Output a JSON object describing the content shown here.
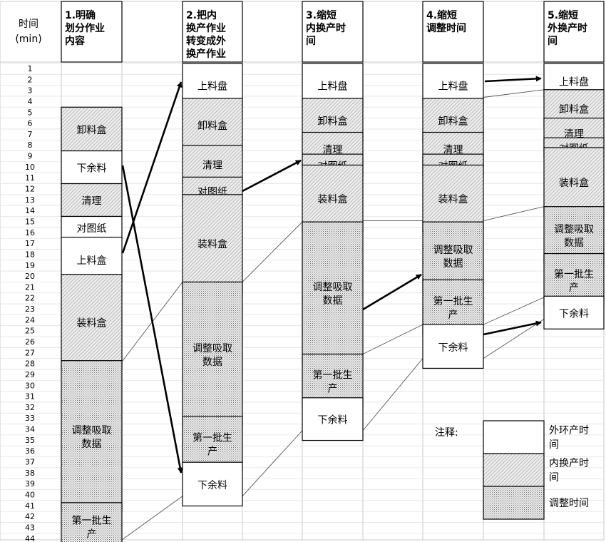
{
  "header": {
    "time_label": [
      "时间",
      "(min)"
    ],
    "columns": [
      [
        "1.明确",
        "划分作业",
        "内容"
      ],
      [
        "2.把内",
        "换产作业",
        "转变成外",
        "换产作业"
      ],
      [
        "3.缩短",
        "内换产时",
        "间"
      ],
      [
        "4.缩短",
        "调整时间"
      ],
      [
        "5.缩短",
        "外换产时",
        "间"
      ]
    ]
  },
  "time_rows": [
    "1",
    "2",
    "3",
    "4",
    "5",
    "6",
    "7",
    "8",
    "9",
    "10",
    "11",
    "12",
    "13",
    "14",
    "15",
    "16",
    "17",
    "18",
    "19",
    "20",
    "21",
    "22",
    "23",
    "24",
    "25",
    "26",
    "27",
    "28",
    "29",
    "30",
    "31",
    "32",
    "33",
    "34",
    "35",
    "36",
    "37",
    "38",
    "39",
    "40",
    "41",
    "42",
    "43",
    "44"
  ],
  "stages": [
    {
      "blocks": [
        {
          "lines": [
            "卸料盒"
          ],
          "kind": "internal"
        },
        {
          "lines": [
            "下余料"
          ],
          "kind": "external"
        },
        {
          "lines": [
            "清理"
          ],
          "kind": "internal"
        },
        {
          "lines": [
            "对图纸"
          ],
          "kind": "external"
        },
        {
          "lines": [
            "上料盒"
          ],
          "kind": "external"
        },
        {
          "lines": [
            "装料盒"
          ],
          "kind": "internal"
        },
        {
          "lines": [
            "调整吸取",
            "数据"
          ],
          "kind": "adjust"
        },
        {
          "lines": [
            "第一批生",
            "产"
          ],
          "kind": "adjust"
        }
      ]
    },
    {
      "blocks": [
        {
          "lines": [
            "上料盘"
          ],
          "kind": "external"
        },
        {
          "lines": [
            "卸料盒"
          ],
          "kind": "internal"
        },
        {
          "lines": [
            "清理"
          ],
          "kind": "internal"
        },
        {
          "lines": [
            "对图纸"
          ],
          "kind": "internal"
        },
        {
          "lines": [
            "装料盒"
          ],
          "kind": "internal"
        },
        {
          "lines": [
            "调整吸取",
            "数据"
          ],
          "kind": "adjust"
        },
        {
          "lines": [
            "第一批生",
            "产"
          ],
          "kind": "adjust"
        },
        {
          "lines": [
            "下余料"
          ],
          "kind": "external"
        }
      ]
    },
    {
      "blocks": [
        {
          "lines": [
            "上料盘"
          ],
          "kind": "external"
        },
        {
          "lines": [
            "卸料盒"
          ],
          "kind": "internal"
        },
        {
          "lines": [
            "清理"
          ],
          "kind": "internal"
        },
        {
          "lines": [
            "对图纸"
          ],
          "kind": "internal"
        },
        {
          "lines": [
            "装料盒"
          ],
          "kind": "internal"
        },
        {
          "lines": [
            "调整吸取",
            "数据"
          ],
          "kind": "adjust"
        },
        {
          "lines": [
            "第一批生",
            "产"
          ],
          "kind": "adjust"
        },
        {
          "lines": [
            "下余料"
          ],
          "kind": "external"
        }
      ]
    },
    {
      "blocks": [
        {
          "lines": [
            "上料盘"
          ],
          "kind": "external"
        },
        {
          "lines": [
            "卸料盒"
          ],
          "kind": "internal"
        },
        {
          "lines": [
            "清理"
          ],
          "kind": "internal"
        },
        {
          "lines": [
            "对图纸"
          ],
          "kind": "internal"
        },
        {
          "lines": [
            "装料盒"
          ],
          "kind": "internal"
        },
        {
          "lines": [
            "调整吸取",
            "数据"
          ],
          "kind": "adjust"
        },
        {
          "lines": [
            "第一批生",
            "产"
          ],
          "kind": "adjust"
        },
        {
          "lines": [
            "下余料"
          ],
          "kind": "external"
        }
      ]
    },
    {
      "blocks": [
        {
          "lines": [
            "上料盘"
          ],
          "kind": "external"
        },
        {
          "lines": [
            "卸料盒"
          ],
          "kind": "internal"
        },
        {
          "lines": [
            "清理"
          ],
          "kind": "internal"
        },
        {
          "lines": [
            "对图纸"
          ],
          "kind": "internal"
        },
        {
          "lines": [
            "装料盒"
          ],
          "kind": "internal"
        },
        {
          "lines": [
            "调整吸取",
            "数据"
          ],
          "kind": "adjust"
        },
        {
          "lines": [
            "第一批生",
            "产"
          ],
          "kind": "adjust"
        },
        {
          "lines": [
            "下余料"
          ],
          "kind": "external"
        }
      ]
    }
  ],
  "legend": {
    "title": "注释:",
    "items": [
      {
        "lines": [
          "外环产时",
          "间"
        ],
        "kind": "external"
      },
      {
        "lines": [
          "内换产时",
          "间"
        ],
        "kind": "internal"
      },
      {
        "lines": [
          "调整时间"
        ],
        "kind": "adjust"
      }
    ]
  },
  "colors": {
    "line": "#000000",
    "grid": "#d0d0d0",
    "internal_fill": "#e6e6e6",
    "adjust_fill": "#e4e4e4",
    "external_fill": "#ffffff"
  }
}
